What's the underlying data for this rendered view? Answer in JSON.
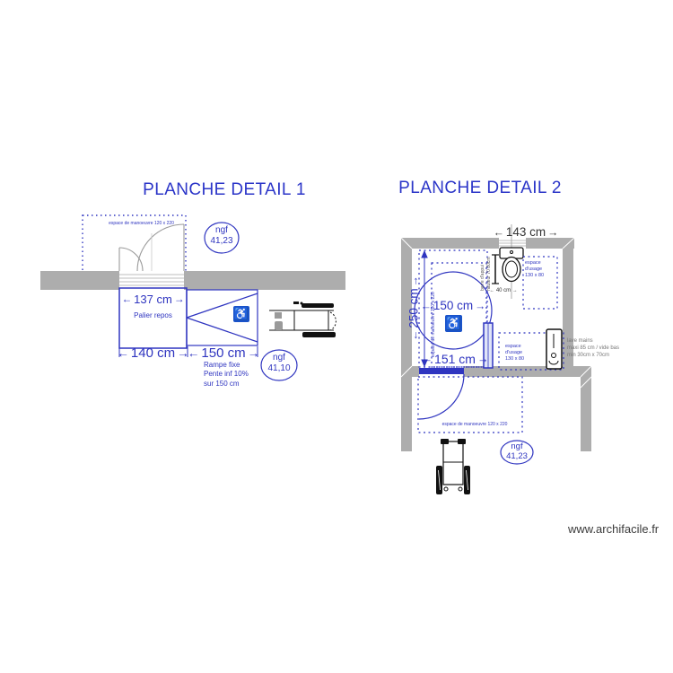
{
  "page": {
    "footer": "www.archifacile.fr"
  },
  "colors": {
    "blue": "#2F35C0",
    "wall": "#ADADAD",
    "icon_bg": "#1A53C9",
    "dark": "#333333"
  },
  "detail1": {
    "title": "PLANCHE DETAIL 1",
    "maneuver_label": "espace de manoeuvre 120 x 220",
    "ngf_top": {
      "line1": "ngf",
      "line2": "41,23"
    },
    "ngf_bottom": {
      "line1": "ngf",
      "line2": "41,10"
    },
    "dims": {
      "d137": "137 cm",
      "d140": "140 cm",
      "d150": "150 cm"
    },
    "palier_label": "Palier repos",
    "ramp_note": {
      "line1": "Rampe fixe",
      "line2": "Pente inf 10%",
      "line3": "sur 150 cm"
    },
    "handicap_icon": "♿"
  },
  "detail2": {
    "title": "PLANCHE DETAIL 2",
    "dims": {
      "d143": "143 cm",
      "d250": "250 cm",
      "d150": "150 cm",
      "d151": "151 cm",
      "d40": "40 cm"
    },
    "ngf": {
      "line1": "ngf",
      "line2": "41,23"
    },
    "maneuver_label_vertical": "espace de manoeuvre 120 x 220",
    "maneuver_label_bottom": "espace de manoeuvre 120 x 220",
    "usage_top": {
      "line1": "espace",
      "line2": "d'usage",
      "line3": "130 x 80"
    },
    "usage_bottom": {
      "line1": "espace",
      "line2": "d'usage",
      "line3": "130 x 80"
    },
    "grab_bar": {
      "line1": "barre d'appui",
      "line2": "hauteur 70 80cm"
    },
    "lave_mains": {
      "line1": "lave mains",
      "line2": "maxi 85 cm / vide bas",
      "line3": "min 30cm x 70cm"
    },
    "handicap_icon": "♿"
  }
}
